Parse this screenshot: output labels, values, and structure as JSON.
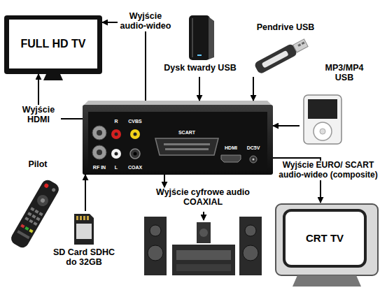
{
  "diagram": {
    "nodes": [
      {
        "text": [
          "FULL HD TV"
        ]
      },
      {
        "text": [
          "Dysk twardy USB"
        ]
      },
      {
        "text": [
          "Pendrive USB"
        ]
      },
      {
        "text": [
          "MP3/MP4 USB"
        ]
      },
      {
        "text": [
          "R",
          "CVBS",
          "SCART",
          "RF IN",
          "L",
          "COAX",
          "HDMI",
          "DC5V"
        ]
      },
      {
        "text": [
          "Pilot"
        ]
      },
      {
        "text": [
          "SD Card SDHC do 32GB"
        ]
      },
      {
        "text": [
          "Wyjście cyfrowe audio COAXIAL"
        ]
      },
      {
        "text": [
          "CRT TV"
        ]
      }
    ],
    "edges": [
      {
        "from": 4,
        "to": 0,
        "label": "Wyjście audio-wideo",
        "arrow": "to"
      },
      {
        "from": 4,
        "to": 0,
        "label": "Wyjście HDMI",
        "arrow": "to"
      },
      {
        "from": 1,
        "to": 4,
        "arrow": "to"
      },
      {
        "from": 2,
        "to": 4,
        "arrow": "to"
      },
      {
        "from": 3,
        "to": 4,
        "arrow": "to"
      },
      {
        "from": 6,
        "to": 4,
        "arrow": "to"
      },
      {
        "from": 4,
        "to": 7,
        "arrow": "to"
      },
      {
        "from": 4,
        "to": 8,
        "label": "Wyjście EURO/ SCART audio-wideo (composite)",
        "arrow": "to"
      }
    ]
  }
}
